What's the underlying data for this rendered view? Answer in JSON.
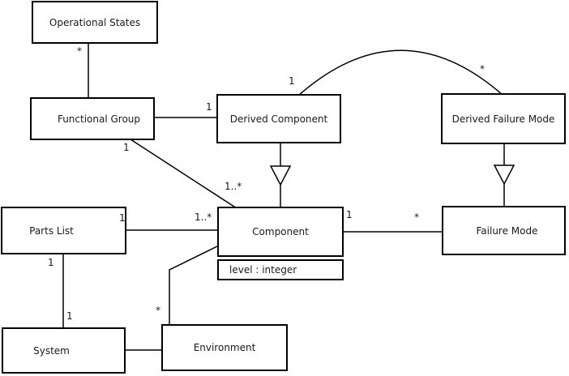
{
  "diagram": {
    "kind": "uml-class-diagram",
    "colors": {
      "line": "#000000",
      "text": "#1a1a1a",
      "background": "#ffffff"
    },
    "classes": {
      "operational_states": {
        "name": "Operational States"
      },
      "functional_group": {
        "name": "Functional Group"
      },
      "derived_component": {
        "name": "Derived Component"
      },
      "derived_failure_mode": {
        "name": "Derived Failure Mode"
      },
      "parts_list": {
        "name": "Parts List"
      },
      "component": {
        "name": "Component",
        "attribute": "level : integer"
      },
      "failure_mode": {
        "name": "Failure Mode"
      },
      "system": {
        "name": "System"
      },
      "environment": {
        "name": "Environment"
      }
    },
    "multiplicities": {
      "operational_states_end": "*",
      "derived_component_near_fg_link": "1",
      "functional_group_diag_end": "1",
      "component_diag_end": "1..*",
      "arc_derived_component_end": "1",
      "arc_derived_failure_mode_end": "*",
      "parts_list_component_link_pl_end": "1",
      "parts_list_component_link_comp_end": "1..*",
      "component_failure_mode_link_comp_end": "1",
      "component_failure_mode_link_fm_end": "*",
      "parts_list_system_link_pl_end": "1",
      "parts_list_system_link_sys_end": "1",
      "environment_component_link_env_end": "*"
    },
    "relationships": [
      {
        "ends": [
          "Operational States",
          "Functional Group"
        ],
        "type": "association",
        "labels": {
          "Operational States": "*"
        }
      },
      {
        "ends": [
          "Functional Group",
          "Derived Component"
        ],
        "type": "association",
        "labels": {
          "Derived Component": "1"
        }
      },
      {
        "ends": [
          "Functional Group",
          "Component"
        ],
        "type": "association",
        "labels": {
          "Functional Group": "1",
          "Component": "1..*"
        }
      },
      {
        "ends": [
          "Derived Component",
          "Derived Failure Mode"
        ],
        "type": "association-arc",
        "labels": {
          "Derived Component": "1",
          "Derived Failure Mode": "*"
        }
      },
      {
        "ends": [
          "Derived Component",
          "Component"
        ],
        "type": "generalization",
        "triangle_at": "Component"
      },
      {
        "ends": [
          "Derived Failure Mode",
          "Failure Mode"
        ],
        "type": "generalization",
        "triangle_at": "Failure Mode"
      },
      {
        "ends": [
          "Parts List",
          "Component"
        ],
        "type": "association",
        "labels": {
          "Parts List": "1",
          "Component": "1..*"
        }
      },
      {
        "ends": [
          "Component",
          "Failure Mode"
        ],
        "type": "association",
        "labels": {
          "Component": "1",
          "Failure Mode": "*"
        }
      },
      {
        "ends": [
          "Parts List",
          "System"
        ],
        "type": "association",
        "labels": {
          "Parts List": "1",
          "System": "1"
        }
      },
      {
        "ends": [
          "System",
          "Environment"
        ],
        "type": "association",
        "labels": {}
      },
      {
        "ends": [
          "Environment",
          "Component"
        ],
        "type": "association",
        "labels": {
          "Environment": "*"
        }
      }
    ]
  }
}
